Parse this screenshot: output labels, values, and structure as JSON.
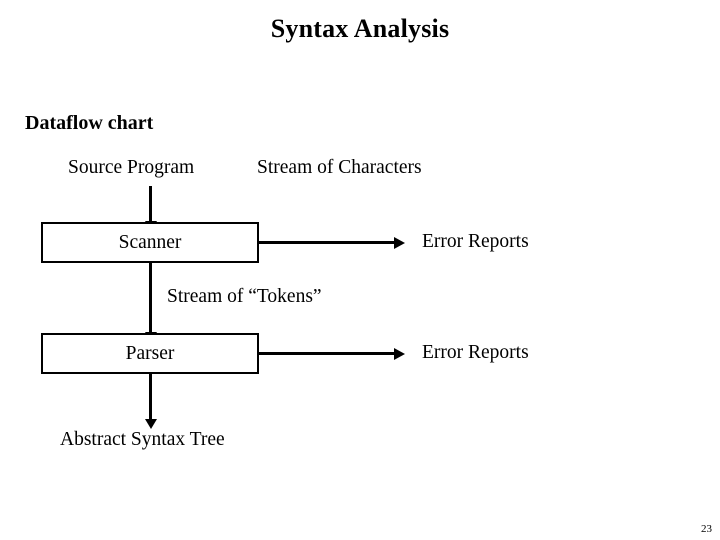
{
  "slide": {
    "title": "Syntax Analysis",
    "section_heading": "Dataflow chart",
    "page_number": "23",
    "background_color": "#ffffff",
    "text_color": "#000000",
    "stroke_color": "#000000"
  },
  "diagram": {
    "type": "flowchart",
    "boxes": [
      {
        "id": "scanner",
        "label": "Scanner"
      },
      {
        "id": "parser",
        "label": "Parser"
      }
    ],
    "labels": [
      {
        "id": "source-program",
        "text": "Source Program"
      },
      {
        "id": "stream-of-characters",
        "text": "Stream of Characters"
      },
      {
        "id": "error-reports-scanner",
        "text": "Error Reports"
      },
      {
        "id": "stream-of-tokens",
        "text": "Stream of “Tokens”"
      },
      {
        "id": "error-reports-parser",
        "text": "Error Reports"
      },
      {
        "id": "abstract-syntax-tree",
        "text": "Abstract Syntax Tree"
      }
    ],
    "connectors": [
      {
        "id": "source-to-scanner",
        "direction": "down"
      },
      {
        "id": "scanner-to-parser",
        "direction": "down"
      },
      {
        "id": "parser-to-ast",
        "direction": "down"
      },
      {
        "id": "scanner-to-errors",
        "direction": "right"
      },
      {
        "id": "parser-to-errors",
        "direction": "right"
      }
    ]
  }
}
